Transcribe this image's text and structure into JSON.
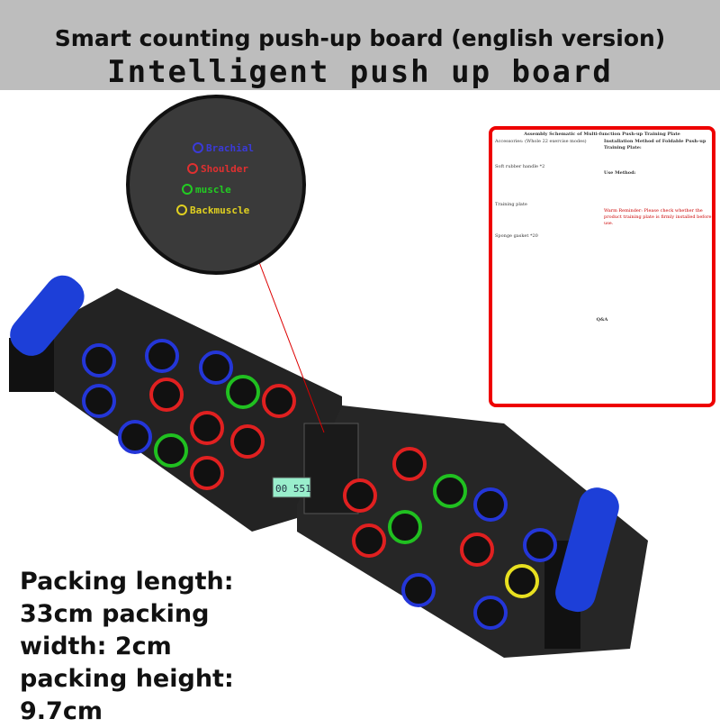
{
  "banner": {
    "title": "Smart counting push-up board (english version)",
    "subtitle": "Intelligent push up board"
  },
  "inset_labels": [
    {
      "text": "Brachial",
      "color": "#3a3ad8"
    },
    {
      "text": "Shoulder",
      "color": "#e03030"
    },
    {
      "text": "muscle",
      "color": "#22cc22"
    },
    {
      "text": "Backmuscle",
      "color": "#e0d020"
    }
  ],
  "lcd": "00 551",
  "manual": {
    "title": "Assembly Schematic of Multi-function Push-up Training Plate",
    "left_items": [
      "Accessories: (Whole 22 exercise modes)",
      "Soft rubber handle *2",
      "Training plate",
      "Sponge gasket *20"
    ],
    "right_heading": "Installation Method of Foldable Push-up Training Plate:",
    "use_heading": "Use Method:",
    "warm": "Warm Reminder: Please check whether the product training plate is firmly installed before use.",
    "qa": "Q&A"
  },
  "spec": [
    "Packing length:",
    "33cm packing",
    "width: 2cm",
    "packing height:",
    "9.7cm"
  ],
  "colors": {
    "blue": "#2436d8",
    "red": "#e02020",
    "green": "#20c020",
    "yellow": "#e8e020",
    "board": "#222222"
  }
}
